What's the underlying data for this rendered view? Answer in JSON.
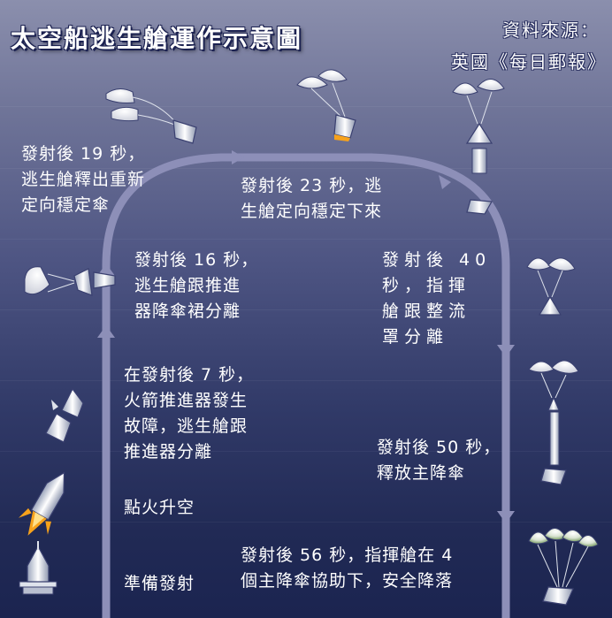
{
  "title": "太空船逃生艙運作示意圖",
  "source": {
    "line1": "資料來源：",
    "line2": "英國《每日郵報》"
  },
  "steps": [
    {
      "id": "prepare",
      "text": "準備發射"
    },
    {
      "id": "ignition",
      "text": "點火升空"
    },
    {
      "id": "failure",
      "text": "在發射後 7 秒，\n火箭推進器發生\n故障，逃生艙跟\n推進器分離"
    },
    {
      "id": "sep16",
      "text": "發射後 16 秒，\n逃生艙跟推進\n器降傘裙分離"
    },
    {
      "id": "reorient19",
      "text": "發射後 19 秒，\n逃生艙釋出重新\n定向穩定傘"
    },
    {
      "id": "stable23",
      "text": "發射後 23 秒，逃\n生艙定向穩定下來"
    },
    {
      "id": "sep40",
      "text": "發射後 40\n秒，指揮\n艙跟整流\n罩分離"
    },
    {
      "id": "main50",
      "text": "發射後 50 秒，\n釋放主降傘"
    },
    {
      "id": "land56",
      "text": "發射後 56 秒，指揮艙在 4\n個主降傘協助下，安全降落"
    }
  ],
  "colors": {
    "arrow": "#8d8fb8",
    "text": "#ffffff",
    "capsule": "#dfe3ec",
    "flame": "#f7a21b",
    "canopy": "#f2f3f7"
  }
}
